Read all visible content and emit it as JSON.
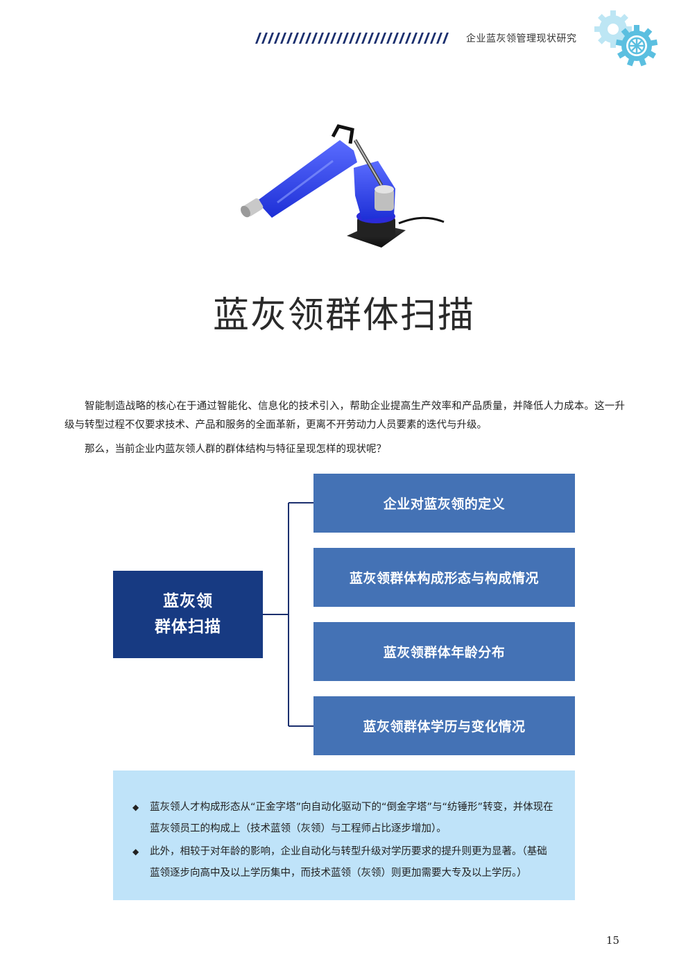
{
  "header": {
    "running_title": "企业蓝灰领管理现状研究",
    "accent_color": "#1b2f6e",
    "gear_color": "#5bbfe0"
  },
  "page_title": "蓝灰领群体扫描",
  "intro": {
    "paragraph_1": "智能制造战略的核心在于通过智能化、信息化的技术引入，帮助企业提高生产效率和产品质量，并降低人力成本。这一升级与转型过程不仅要求技术、产品和服务的全面革新，更离不开劳动力人员要素的迭代与升级。",
    "paragraph_2": "那么，当前企业内蓝灰领人群的群体结构与特征呈现怎样的现状呢？"
  },
  "diagram": {
    "center_line1": "蓝灰领",
    "center_line2": "群体扫描",
    "center_color": "#173a82",
    "branch_color": "#4472b5",
    "branches": [
      {
        "label": "企业对蓝灰领的定义"
      },
      {
        "label": "蓝灰领群体构成形态与构成情况"
      },
      {
        "label": "蓝灰领群体年龄分布"
      },
      {
        "label": "蓝灰领群体学历与变化情况"
      }
    ]
  },
  "notes": {
    "background": "#bfe3f9",
    "bullet_glyph": "◆",
    "items": [
      {
        "text": "蓝灰领人才构成形态从“正金字塔”向自动化驱动下的“倒金字塔”与“纺锤形”转变，并体现在蓝灰领员工的构成上（技术蓝领（灰领）与工程师占比逐步增加）。"
      },
      {
        "text": "此外，相较于对年龄的影响，企业自动化与转型升级对学历要求的提升则更为显著。（基础蓝领逐步向高中及以上学历集中，而技术蓝领（灰领）则更加需要大专及以上学历。）"
      }
    ]
  },
  "page_number": "15"
}
